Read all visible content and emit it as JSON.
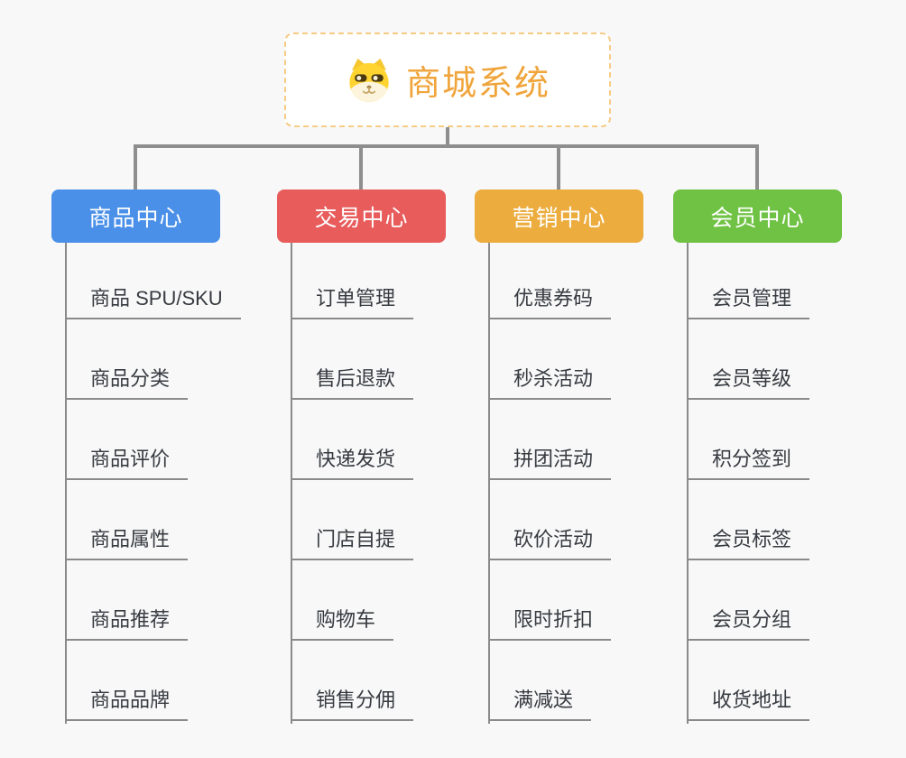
{
  "root": {
    "title": "商城系统",
    "icon": "dog-icon"
  },
  "colors": {
    "background": "#f8f8f8",
    "root_fill": "#ffffff",
    "root_border": "#f6cc85",
    "root_text": "#f0a53c",
    "connector": "#8e8e8e",
    "leaf_line": "#8a8a8a",
    "leaf_text": "#373b41",
    "branch_text": "#ffffff"
  },
  "branches": [
    {
      "label": "商品中心",
      "color": "#4a90e8",
      "leaves": [
        "商品 SPU/SKU",
        "商品分类",
        "商品评价",
        "商品属性",
        "商品推荐",
        "商品品牌"
      ]
    },
    {
      "label": "交易中心",
      "color": "#e85c5c",
      "leaves": [
        "订单管理",
        "售后退款",
        "快递发货",
        "门店自提",
        "购物车",
        "销售分佣"
      ]
    },
    {
      "label": "营销中心",
      "color": "#ecac3e",
      "leaves": [
        "优惠券码",
        "秒杀活动",
        "拼团活动",
        "砍价活动",
        "限时折扣",
        "满减送"
      ]
    },
    {
      "label": "会员中心",
      "color": "#6fc243",
      "leaves": [
        "会员管理",
        "会员等级",
        "积分签到",
        "会员标签",
        "会员分组",
        "收货地址"
      ]
    }
  ]
}
